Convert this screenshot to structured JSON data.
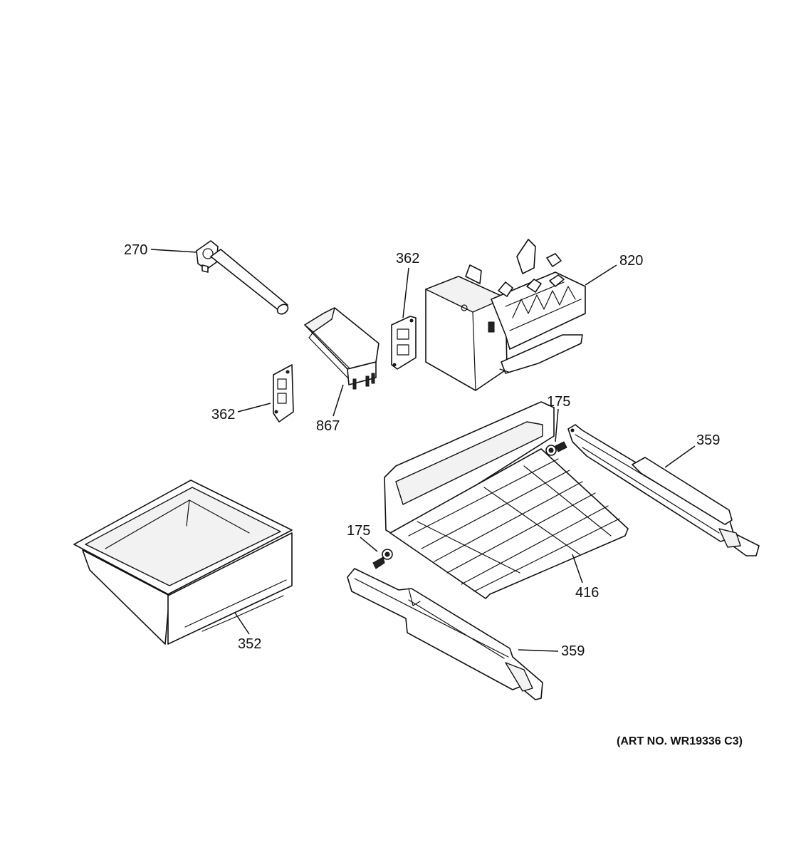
{
  "callouts": {
    "c270": "270",
    "c362_top": "362",
    "c820": "820",
    "c362_left": "362",
    "c867": "867",
    "c175_right": "175",
    "c359_right": "359",
    "c175_left": "175",
    "c416": "416",
    "c352": "352",
    "c359_bottom": "359"
  },
  "art_number": "(ART NO. WR19336 C3)",
  "colors": {
    "line": "#111111",
    "background": "#ffffff"
  }
}
